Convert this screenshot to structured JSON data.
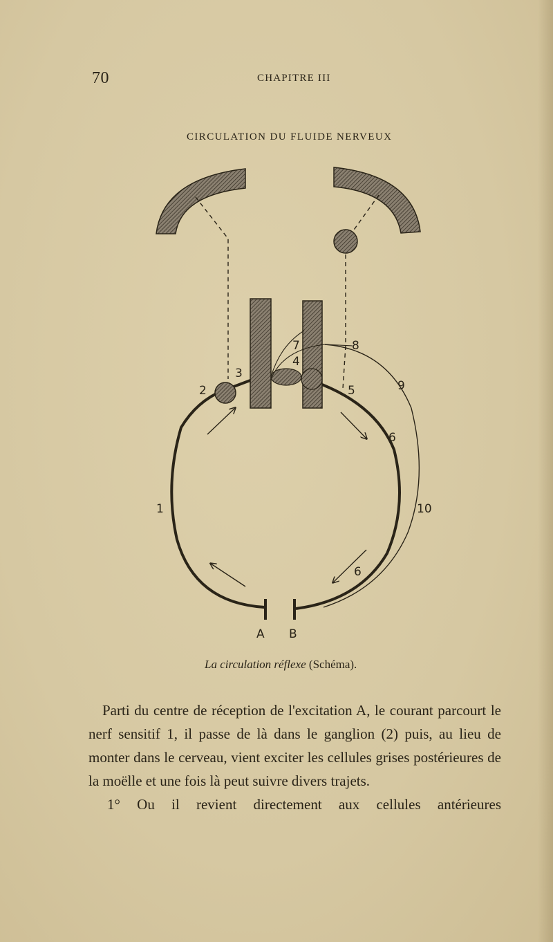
{
  "page": {
    "number": "70",
    "running_head": "CHAPITRE III"
  },
  "figure": {
    "title": "CIRCULATION DU FLUIDE NERVEUX",
    "labels": {
      "n1": "1",
      "n2": "2",
      "n3": "3",
      "n4": "4",
      "n5": "5",
      "n6a": "6",
      "n6b": "6",
      "n7": "7",
      "n8": "8",
      "n9": "9",
      "n10": "10",
      "a": "A",
      "b": "B"
    },
    "caption_italic": "La circulation réflexe",
    "caption_rest": "(Schéma)."
  },
  "text": {
    "paragraph_1": "Parti du centre de réception de l'excitation A, le courant parcourt le nerf sensitif 1, il passe de là dans le ganglion (2) puis, au lieu de monter dans le cerveau, vient exciter les cellules grises postérieures de la moëlle et une fois là peut suivre divers trajets.",
    "paragraph_2": "1° Ou il revient directement aux cellules antérieures"
  },
  "colors": {
    "paper": "#d9cba6",
    "ink": "#2a2418"
  }
}
